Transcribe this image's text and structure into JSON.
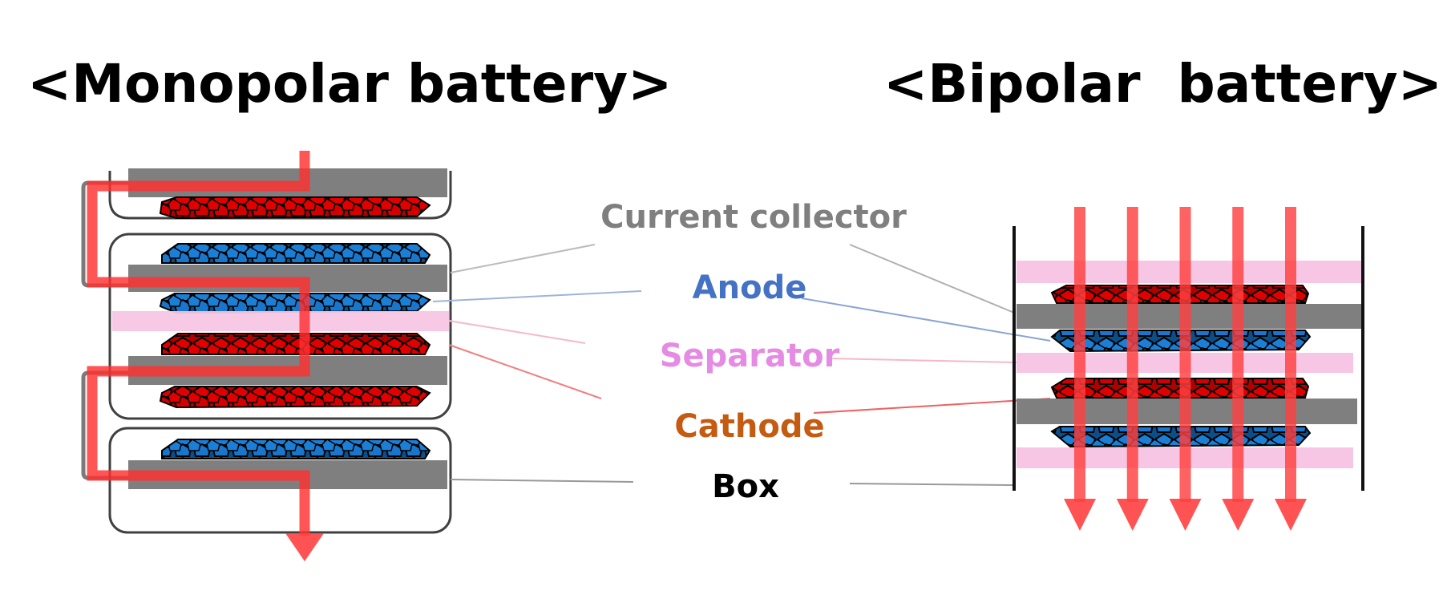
{
  "titles": {
    "monopolar": "<Monopolar battery>",
    "bipolar": "<Bipolar  battery>"
  },
  "labels": {
    "current_collector": "Current collector",
    "anode": "Anode",
    "separator": "Separator",
    "cathode": "Cathode",
    "box": "Box"
  },
  "colors": {
    "current_collector": "#7f7f7f",
    "anode_label": "#4472c4",
    "anode_particle": "#1b7fd6",
    "separator_label": "#e58be3",
    "separator_band": "#f7c6e4",
    "cathode_label": "#c55a11",
    "cathode_particle": "#d90000",
    "box_label": "#000000",
    "current_flow": "#ff4040",
    "box_outline": "#404040"
  },
  "monopolar": {
    "cells": 3,
    "current_path_arrows": 1
  },
  "bipolar": {
    "layers": [
      "separator",
      "cathode",
      "current_collector",
      "anode",
      "separator",
      "cathode",
      "current_collector",
      "anode",
      "separator"
    ],
    "current_path_arrows": 5
  }
}
